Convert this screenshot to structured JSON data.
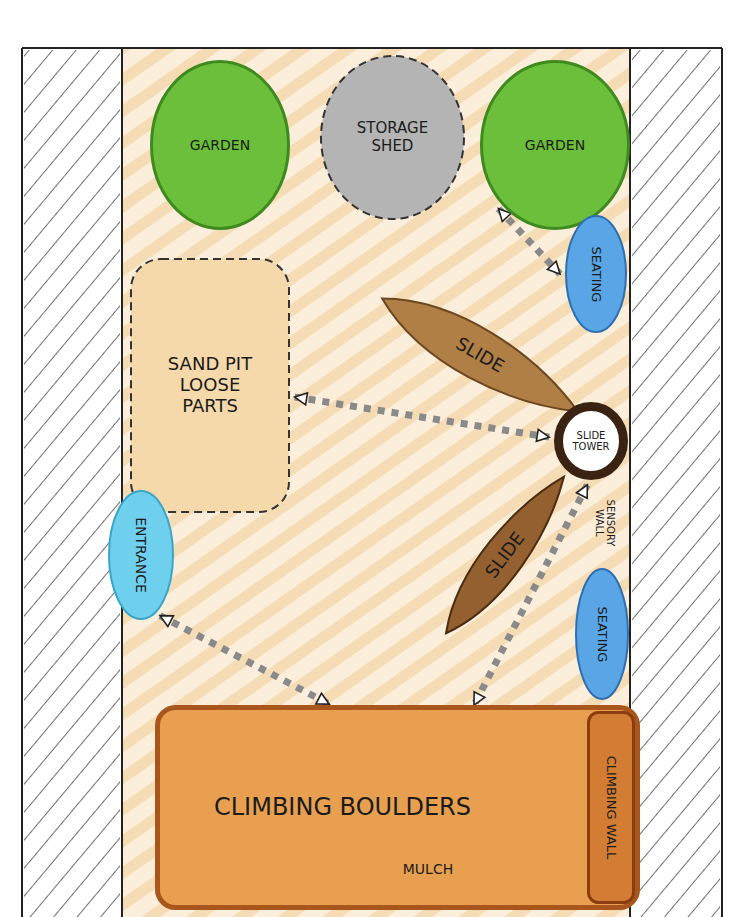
{
  "diagram": {
    "nodes": [
      {
        "text": [
          "GARDEN"
        ]
      },
      {
        "text": [
          "STORAGE SHED"
        ]
      },
      {
        "text": [
          "GARDEN"
        ]
      },
      {
        "text": [
          "SEATING"
        ]
      },
      {
        "text": [
          "SAND PIT LOOSE PARTS"
        ]
      },
      {
        "text": [
          "SLIDE"
        ]
      },
      {
        "text": [
          "SLIDE TOWER"
        ]
      },
      {
        "text": [
          "ENTRANCE"
        ]
      },
      {
        "text": [
          "SLIDE"
        ]
      },
      {
        "text": [
          "SEATING"
        ]
      },
      {
        "text": [
          "CLIMBING BOULDERS"
        ]
      },
      {
        "text": [
          "CLIMBING WALL"
        ],
        "in": 10
      }
    ],
    "edges": [
      {
        "from": 2,
        "to": 3,
        "arrow": "both"
      },
      {
        "from": 4,
        "to": 6,
        "arrow": "both"
      },
      {
        "from": 7,
        "to": 4,
        "arrow": "both"
      },
      {
        "from": 7,
        "to": 10,
        "arrow": "both"
      },
      {
        "from": 6,
        "to": 10,
        "arrow": "both"
      }
    ],
    "labels": [
      "SENSORY WALL",
      "MULCH"
    ]
  }
}
